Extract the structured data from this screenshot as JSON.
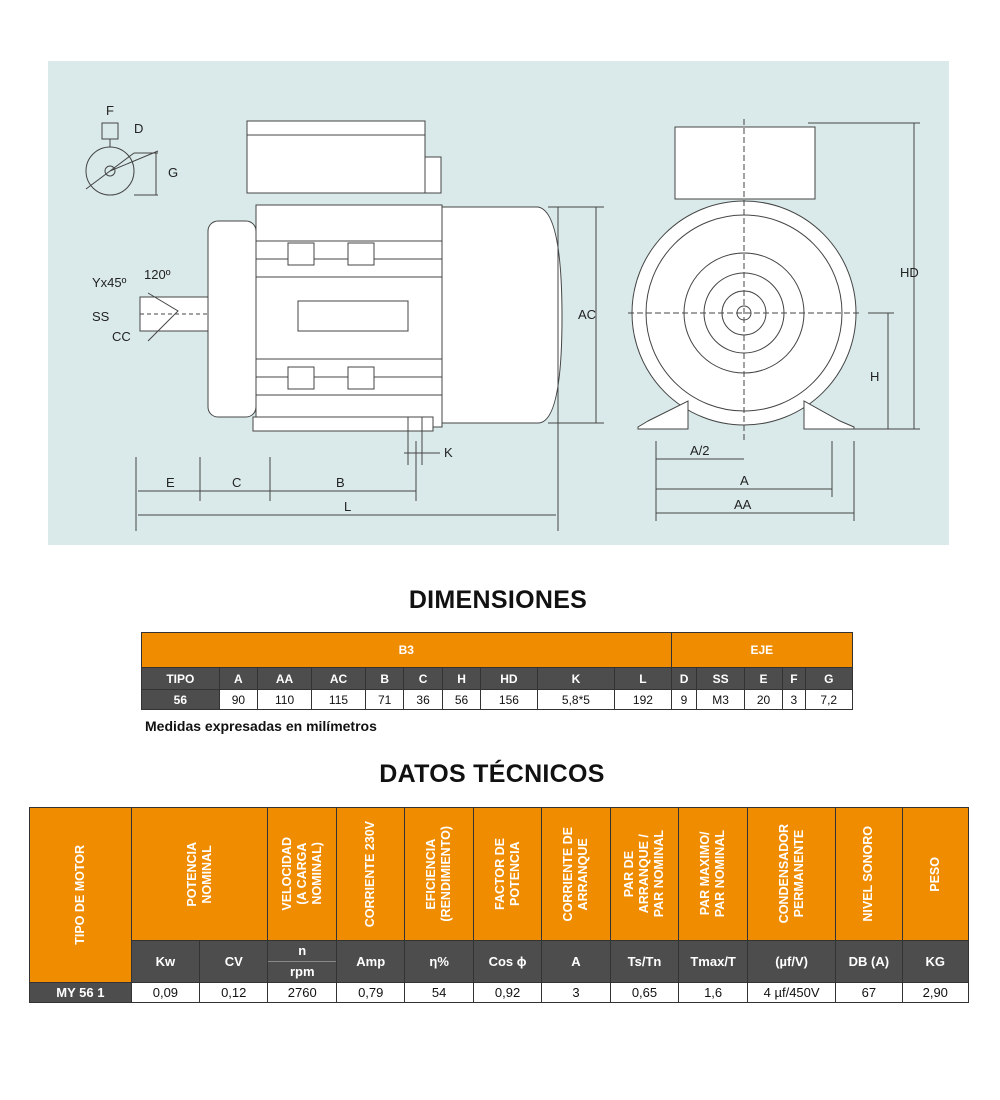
{
  "drawing": {
    "labels": {
      "F": "F",
      "D": "D",
      "G": "G",
      "Yx45": "Yx45º",
      "deg120": "120º",
      "SS": "SS",
      "CC": "CC",
      "AC": "AC",
      "K": "K",
      "E": "E",
      "C": "C",
      "B": "B",
      "L": "L",
      "HD": "HD",
      "H": "H",
      "A2": "A/2",
      "A": "A",
      "AA": "AA"
    }
  },
  "dimensiones": {
    "title": "DIMENSIONES",
    "group_b3": "B3",
    "group_eje": "EJE",
    "headers": [
      "TIPO",
      "A",
      "AA",
      "AC",
      "B",
      "C",
      "H",
      "HD",
      "K",
      "L",
      "D",
      "SS",
      "E",
      "F",
      "G"
    ],
    "row": [
      "56",
      "90",
      "110",
      "115",
      "71",
      "36",
      "56",
      "156",
      "5,8*5",
      "192",
      "9",
      "M3",
      "20",
      "3",
      "7,2"
    ],
    "note": "Medidas expresadas en milímetros"
  },
  "datos": {
    "title": "DATOS TÉCNICOS",
    "headers": [
      "TIPO DE MOTOR",
      "POTENCIA\nNOMINAL",
      "VELOCIDAD\n(A CARGA\nNOMINAL)",
      "CORRIENTE 230V",
      "EFICIENCIA\n(RENDIMIENTO)",
      "FACTOR DE\nPOTENCIA",
      "CORRIENTE DE\nARRANQUE",
      "PAR DE\nARRANQUE /\nPAR NOMINAL",
      "PAR MAXIMO/\nPAR NOMINAL",
      "CONDENSADOR\nPERMANENTE",
      "NIVEL SONORO",
      "PESO"
    ],
    "units": [
      "Kw",
      "CV",
      "n",
      "rpm",
      "Amp",
      "η%",
      "Cos ϕ",
      "A",
      "Ts/Tn",
      "Tmax/T",
      "(µf/V)",
      "DB (A)",
      "KG"
    ],
    "row": [
      "MY 56 1",
      "0,09",
      "0,12",
      "2760",
      "0,79",
      "54",
      "0,92",
      "3",
      "0,65",
      "1,6",
      "4 µf/450V",
      "67",
      "2,90"
    ]
  },
  "colors": {
    "orange": "#f08c00",
    "gray": "#4d4d4d",
    "drawing_bg": "#daeaea"
  }
}
